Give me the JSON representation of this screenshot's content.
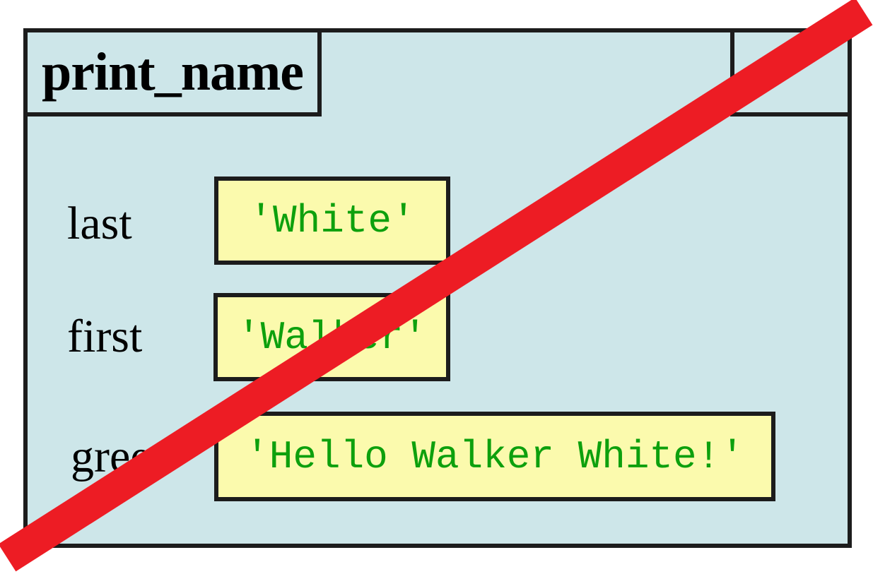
{
  "diagram": {
    "kind": "call-frame",
    "function_name": "print_name",
    "variables": [
      {
        "name": "last",
        "value": "'White'"
      },
      {
        "name": "first",
        "value": "'Walker'"
      },
      {
        "name": "greet",
        "value": "'Hello Walker White!'"
      }
    ],
    "status": "deleted-crossed-out"
  },
  "colors": {
    "frame_fill": "#cde6e9",
    "border": "#1c1c1c",
    "value_fill": "#fbfaad",
    "value_text": "#0da00d",
    "label_text": "#000000",
    "stripe": "#ed1c24"
  }
}
